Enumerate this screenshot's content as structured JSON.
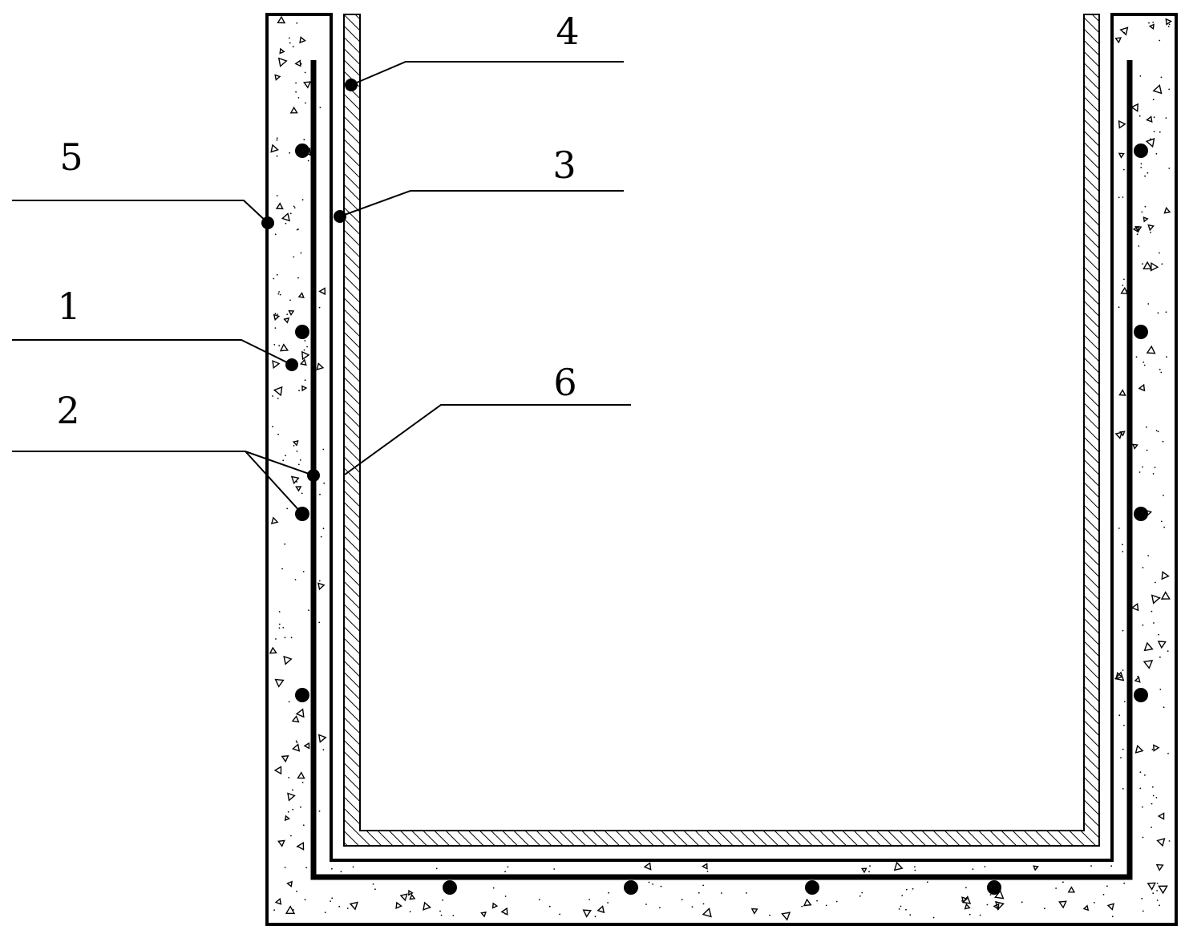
{
  "diagram": {
    "colors": {
      "ink": "#000000",
      "background": "#ffffff"
    },
    "callouts": {
      "c1": "1",
      "c2": "2",
      "c3": "3",
      "c4": "4",
      "c5": "5",
      "c6": "6"
    }
  }
}
